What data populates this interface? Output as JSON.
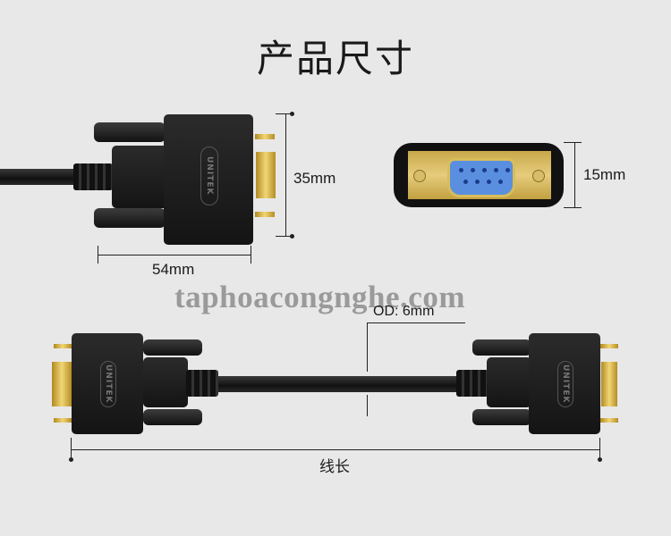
{
  "header": {
    "title": "产品尺寸"
  },
  "watermark": "taphoacongnghe.com",
  "dimensions": {
    "connector_height": "35mm",
    "connector_length": "54mm",
    "face_height": "15mm",
    "cable_od": "OD: 6mm",
    "cable_length": "线长"
  },
  "brand": {
    "logo_text": "UNITEK"
  },
  "colors": {
    "background": "#e8e8e8",
    "connector_body": "#1a1a1a",
    "gold": "#d4b44a",
    "socket_blue": "#5a8fe0"
  }
}
